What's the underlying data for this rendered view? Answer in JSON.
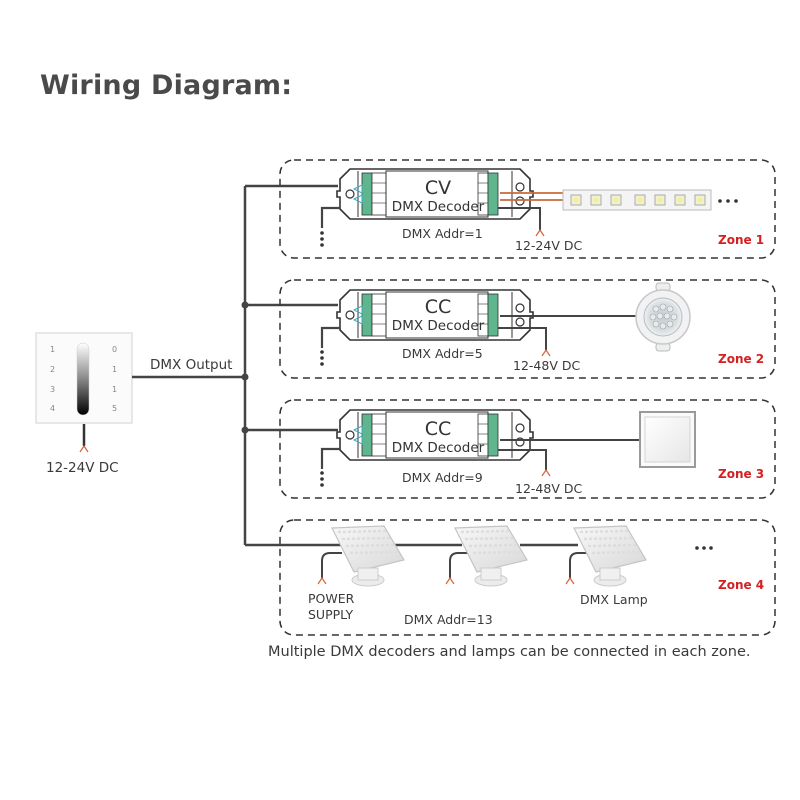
{
  "title": "Wiring Diagram:",
  "controller": {
    "power_label": "12-24V DC",
    "output_label": "DMX Output",
    "left_keys": [
      "1",
      "2",
      "3",
      "4"
    ],
    "right_keys": [
      "0",
      "1",
      "1",
      "5"
    ]
  },
  "zones": [
    {
      "label": "Zone 1",
      "decoder_type": "CV",
      "decoder_name": "DMX Decoder",
      "address": "DMX Addr=1",
      "power": "12-24V DC",
      "load": "LED strip",
      "continuation": "• • •"
    },
    {
      "label": "Zone 2",
      "decoder_type": "CC",
      "decoder_name": "DMX Decoder",
      "address": "DMX Addr=5",
      "power": "12-48V DC",
      "load": "Downlight"
    },
    {
      "label": "Zone 3",
      "decoder_type": "CC",
      "decoder_name": "DMX Decoder",
      "address": "DMX Addr=9",
      "power": "12-48V DC",
      "load": "Panel light"
    },
    {
      "label": "Zone 4",
      "address": "DMX Addr=13",
      "power_supply": "POWER\nSUPPLY",
      "power_supply_line1": "POWER",
      "power_supply_line2": "SUPPLY",
      "lamp_label": "DMX Lamp",
      "continuation": "•••"
    }
  ],
  "footer": "Multiple DMX decoders and lamps can be connected in each zone.",
  "colors": {
    "zone_label": "#d42020",
    "wire": "#444444",
    "power_wire_tip": "#d9603a",
    "terminal": "#3aa37a"
  }
}
